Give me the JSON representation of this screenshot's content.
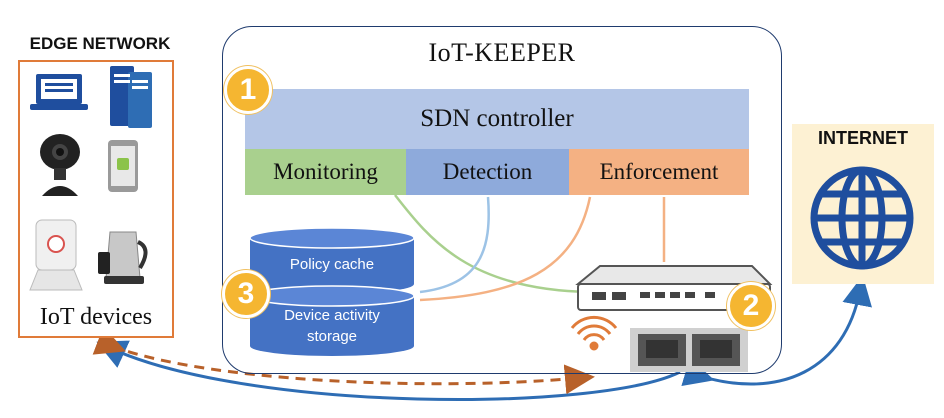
{
  "edge": {
    "title": "EDGE NETWORK",
    "devices_label": "IoT devices"
  },
  "keeper": {
    "title": "IoT-KEEPER"
  },
  "sdn": {
    "label": "SDN controller"
  },
  "modules": {
    "monitoring": "Monitoring",
    "detection": "Detection",
    "enforcement": "Enforcement"
  },
  "storage": {
    "policy": "Policy cache",
    "activity_line1": "Device activity",
    "activity_line2": "storage"
  },
  "internet": {
    "label": "INTERNET"
  },
  "badges": {
    "one": "1",
    "two": "2",
    "three": "3"
  },
  "colors": {
    "accent_orange": "#e07b39",
    "blue_dark": "#2e5ea8",
    "cylinder": "#4472c4",
    "badge": "#f5b631"
  }
}
